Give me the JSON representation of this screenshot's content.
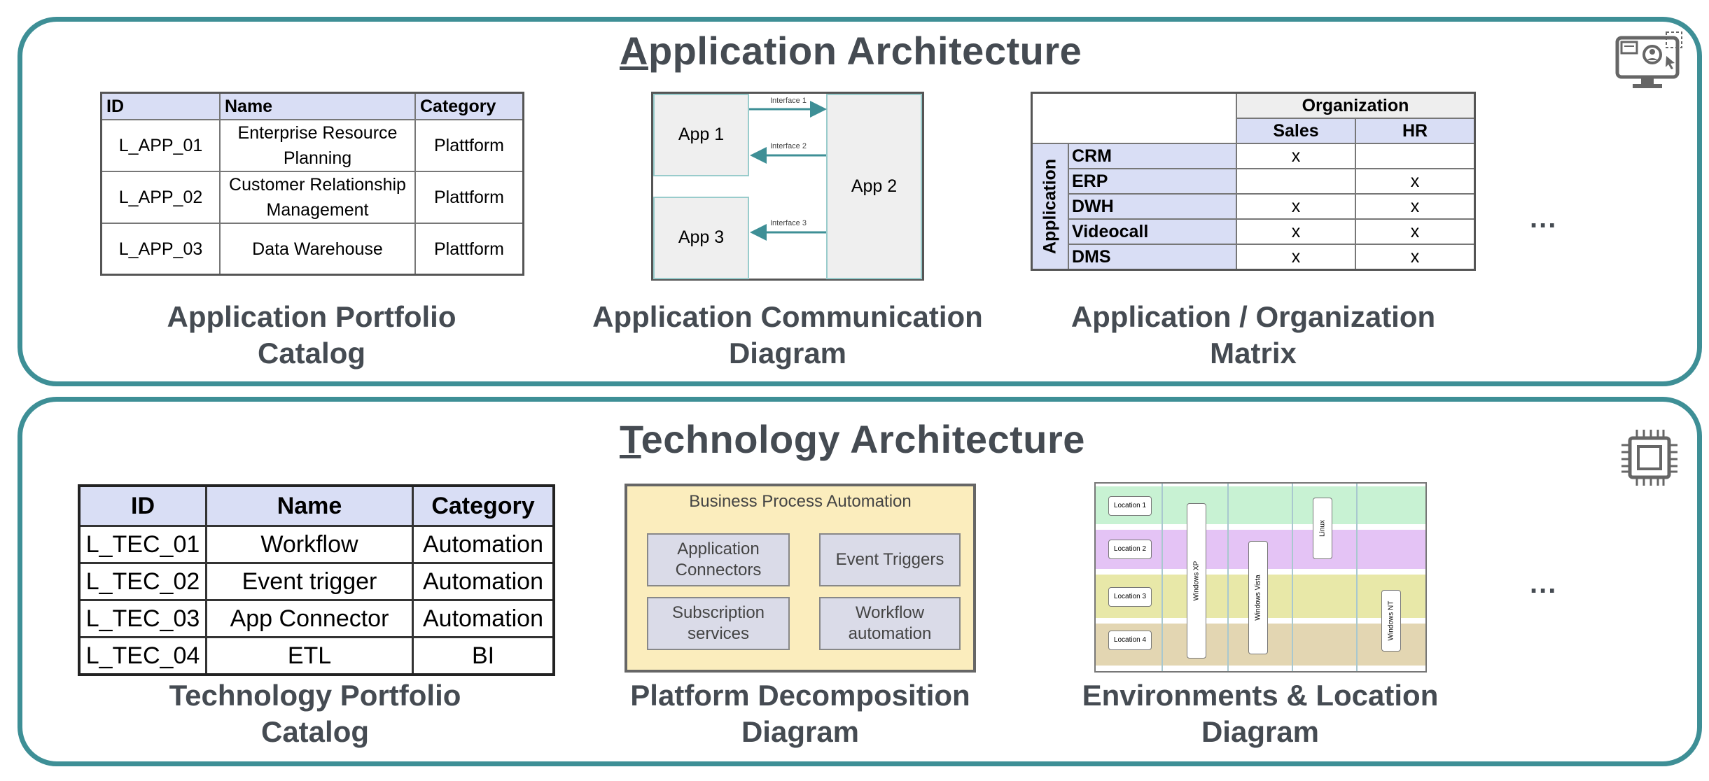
{
  "app_arch": {
    "title_initial": "A",
    "title_rest": "pplication Architecture",
    "portfolio": {
      "headers": [
        "ID",
        "Name",
        "Category"
      ],
      "rows": [
        [
          "L_APP_01",
          "Enterprise Resource Planning",
          "Plattform"
        ],
        [
          "L_APP_02",
          "Customer Relationship Management",
          "Plattform"
        ],
        [
          "L_APP_03",
          "Data Warehouse",
          "Plattform"
        ]
      ],
      "caption": "Application Portfolio Catalog"
    },
    "communication": {
      "app1": "App 1",
      "app2": "App 2",
      "app3": "App 3",
      "if1": "Interface 1",
      "if2": "Interface 2",
      "if3": "Interface 3",
      "caption": "Application Communication Diagram"
    },
    "matrix": {
      "org_header": "Organization",
      "col1": "Sales",
      "col2": "HR",
      "row_axis": "Application",
      "rows": [
        {
          "label": "CRM",
          "sales": "x",
          "hr": ""
        },
        {
          "label": "ERP",
          "sales": "",
          "hr": "x"
        },
        {
          "label": "DWH",
          "sales": "x",
          "hr": "x"
        },
        {
          "label": "Videocall",
          "sales": "x",
          "hr": "x"
        },
        {
          "label": "DMS",
          "sales": "x",
          "hr": "x"
        }
      ],
      "caption": "Application / Organization Matrix"
    },
    "ellipsis": "...",
    "icon": "monitor-user-icon"
  },
  "tech_arch": {
    "title_initial": "T",
    "title_rest": "echnology Architecture",
    "portfolio": {
      "headers": [
        "ID",
        "Name",
        "Category"
      ],
      "rows": [
        [
          "L_TEC_01",
          "Workflow",
          "Automation"
        ],
        [
          "L_TEC_02",
          "Event trigger",
          "Automation"
        ],
        [
          "L_TEC_03",
          "App Connector",
          "Automation"
        ],
        [
          "L_TEC_04",
          "ETL",
          "BI"
        ]
      ],
      "caption": "Technology Portfolio Catalog"
    },
    "platform": {
      "title": "Business Process Automation",
      "b1": "Application Connectors",
      "b2": "Event Triggers",
      "b3": "Subscription services",
      "b4": "Workflow automation",
      "caption": "Platform Decomposition Diagram"
    },
    "environments": {
      "locations": [
        "Location 1",
        "Location 2",
        "Location 3",
        "Location 4"
      ],
      "systems": [
        "Windows XP",
        "Windows Vista",
        "Linux",
        "Windows NT"
      ],
      "caption": "Environments & Location Diagram"
    },
    "ellipsis": "...",
    "icon": "cpu-chip-icon"
  },
  "colors": {
    "border": "#3e8f96",
    "header_fill": "#d9def5",
    "text": "#454b52",
    "platform_fill": "#fbedbd"
  }
}
